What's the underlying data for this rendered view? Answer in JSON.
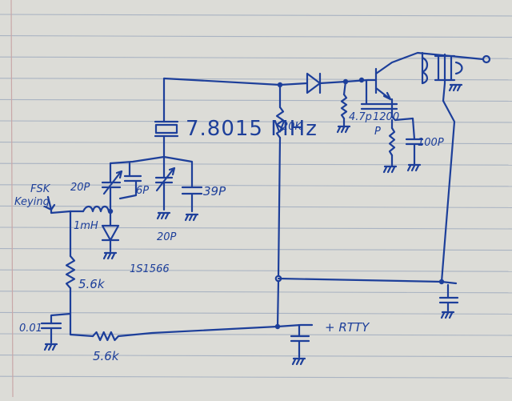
{
  "diagram": {
    "ink_color": "#1d3f9a",
    "paper_color": "#dcdcd7",
    "rule_color": "#a9b3c2",
    "margin_color": "#c8a7a7",
    "labels": {
      "crystal": "7.8015 MHz",
      "r_20k": "20K",
      "c_47p": "4.7p",
      "c_1200p": "1200",
      "p_suffix": "P",
      "c_100p": "100P",
      "c_20p_top": "20P",
      "c_6p": "6P",
      "c_39p": "39P",
      "c_20p_bottom": "20P",
      "fsk_title": "FSK",
      "fsk_keying": "Keying",
      "inductor": "1mH",
      "diode": "1S1566",
      "r_5_6k_vertical": "5.6k",
      "c_0_01": "0.01",
      "r_5_6k_horizontal": "5.6k",
      "supply": "+ RTTY"
    }
  }
}
